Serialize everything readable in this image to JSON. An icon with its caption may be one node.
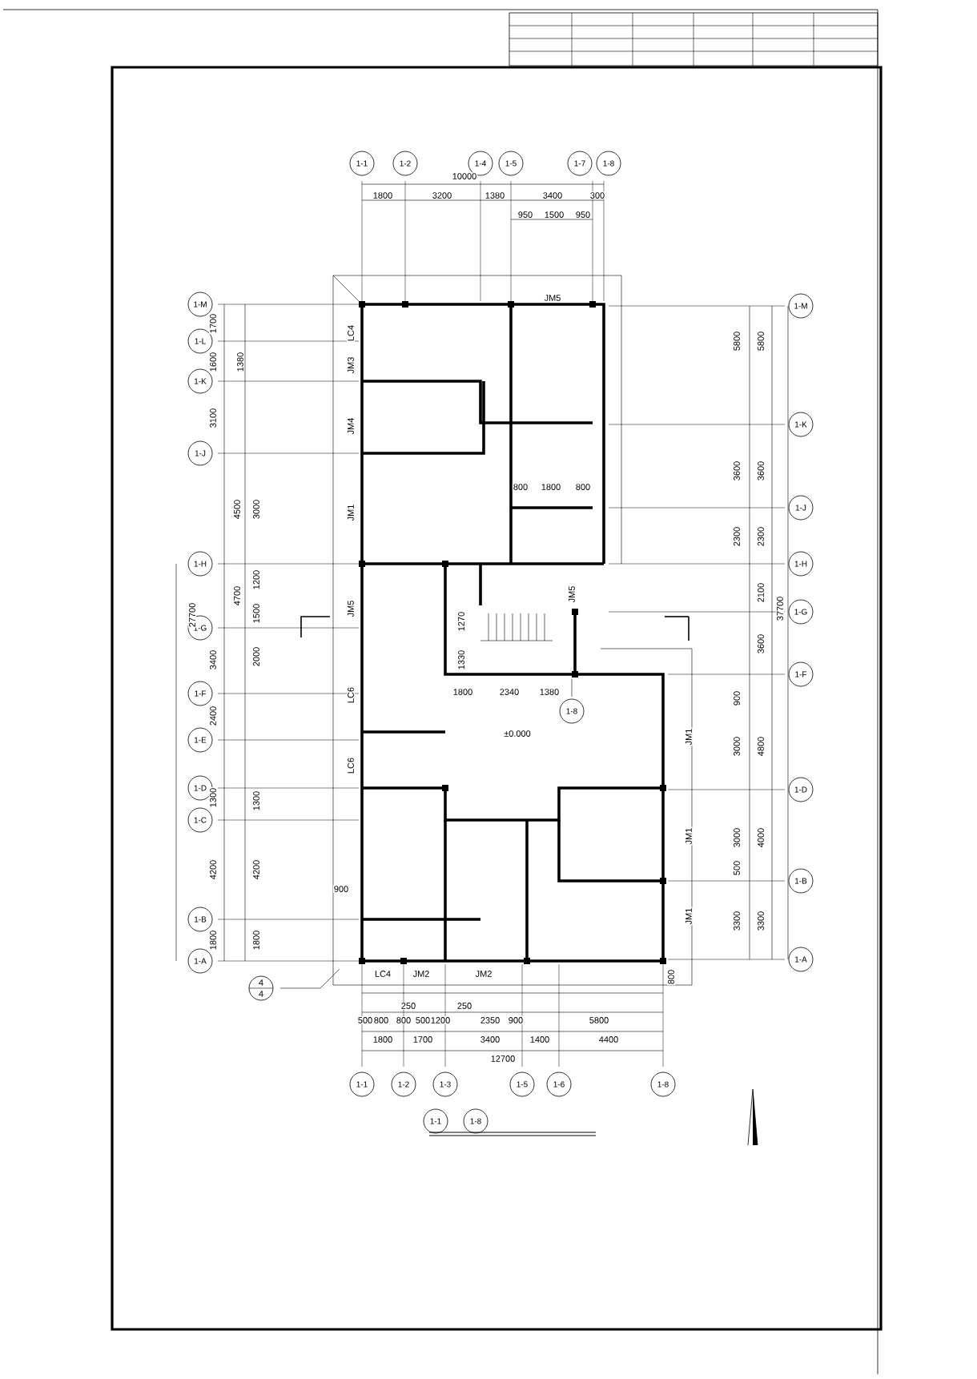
{
  "diagram": {
    "nodes": [
      {
        "text": [
          "1-1"
        ]
      },
      {
        "text": [
          "1-2"
        ]
      },
      {
        "text": [
          "1-4"
        ]
      },
      {
        "text": [
          "1-5"
        ]
      },
      {
        "text": [
          "1-7"
        ]
      },
      {
        "text": [
          "1-8"
        ]
      },
      {
        "text": [
          "1-M"
        ]
      },
      {
        "text": [
          "1-L"
        ]
      },
      {
        "text": [
          "1-K"
        ]
      },
      {
        "text": [
          "1-J"
        ]
      },
      {
        "text": [
          "1-H"
        ]
      },
      {
        "text": [
          "1-G"
        ]
      },
      {
        "text": [
          "1-F"
        ]
      },
      {
        "text": [
          "1-E"
        ]
      },
      {
        "text": [
          "1-D"
        ]
      },
      {
        "text": [
          "1-C"
        ]
      },
      {
        "text": [
          "1-B"
        ]
      },
      {
        "text": [
          "1-A"
        ]
      },
      {
        "text": [
          "1-M"
        ]
      },
      {
        "text": [
          "1-K"
        ]
      },
      {
        "text": [
          "1-J"
        ]
      },
      {
        "text": [
          "1-H"
        ]
      },
      {
        "text": [
          "1-G"
        ]
      },
      {
        "text": [
          "1-F"
        ]
      },
      {
        "text": [
          "1-D"
        ]
      },
      {
        "text": [
          "1-B"
        ]
      },
      {
        "text": [
          "1-A"
        ]
      },
      {
        "text": [
          "1-1"
        ]
      },
      {
        "text": [
          "1-2"
        ]
      },
      {
        "text": [
          "1-3"
        ]
      },
      {
        "text": [
          "1-5"
        ]
      },
      {
        "text": [
          "1-6"
        ]
      },
      {
        "text": [
          "1-8"
        ]
      },
      {
        "text": [
          "1-8"
        ]
      },
      {
        "text": [
          "4",
          "4"
        ]
      },
      {
        "text": [
          "1-1"
        ]
      },
      {
        "text": [
          "1-8"
        ]
      }
    ],
    "labels": [
      "10000",
      "1800",
      "3200",
      "1380",
      "3400",
      "300",
      "950",
      "1500",
      "950",
      "JM5",
      "1700",
      "1600",
      "3100",
      "4500",
      "4700",
      "27700",
      "3400",
      "2400",
      "1300",
      "4200",
      "1800",
      "1380",
      "3000",
      "1200",
      "1500",
      "2000",
      "1300",
      "4200",
      "1800",
      "LC4",
      "JM3",
      "JM4",
      "JM1",
      "JM5",
      "LC6",
      "LC6",
      "800",
      "1800",
      "800",
      "JM5",
      "1270",
      "1330",
      "1800",
      "2340",
      "1380",
      "±0.000",
      "900",
      "5800",
      "5800",
      "3600",
      "3600",
      "2300",
      "2300",
      "2100",
      "37700",
      "3600",
      "900",
      "3000",
      "4800",
      "3000",
      "4000",
      "500",
      "3300",
      "3300",
      "JM1",
      "JM1",
      "JM1",
      "LC4",
      "JM2",
      "JM2",
      "800",
      "500",
      "800",
      "800",
      "500",
      "250",
      "1200",
      "250",
      "2350",
      "900",
      "5800",
      "1800",
      "1700",
      "3400",
      "1400",
      "4400",
      "12700"
    ]
  }
}
